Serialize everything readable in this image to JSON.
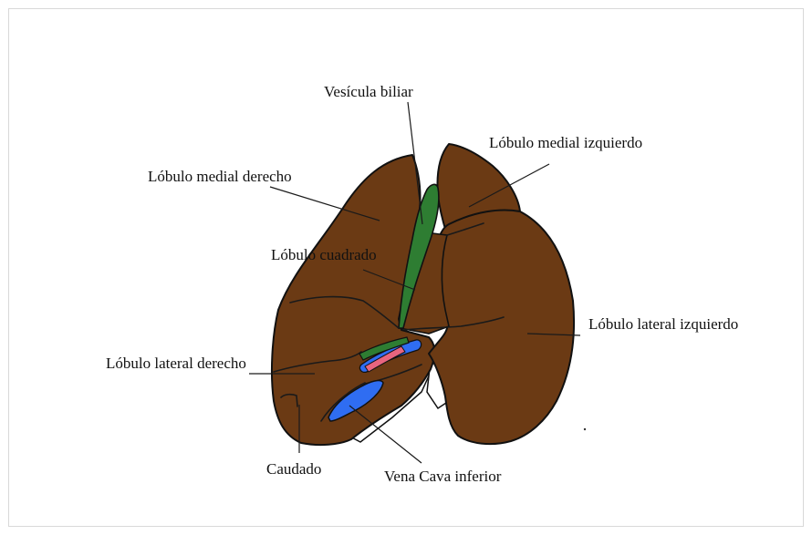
{
  "labels": {
    "vesicula": "Vesícula biliar",
    "medial_izq": "Lóbulo medial izquierdo",
    "medial_der": "Lóbulo medial derecho",
    "cuadrado": "Lóbulo cuadrado",
    "lateral_izq": "Lóbulo lateral izquierdo",
    "lateral_der": "Lóbulo lateral derecho",
    "caudado": "Caudado",
    "vena_cava": "Vena Cava inferior"
  },
  "colors": {
    "liver": "#6b3a14",
    "gallbladder": "#2e7d32",
    "vein_blue": "#2f6df2",
    "artery_red": "#e8657f",
    "outline": "#111111",
    "background": "#ffffff"
  }
}
